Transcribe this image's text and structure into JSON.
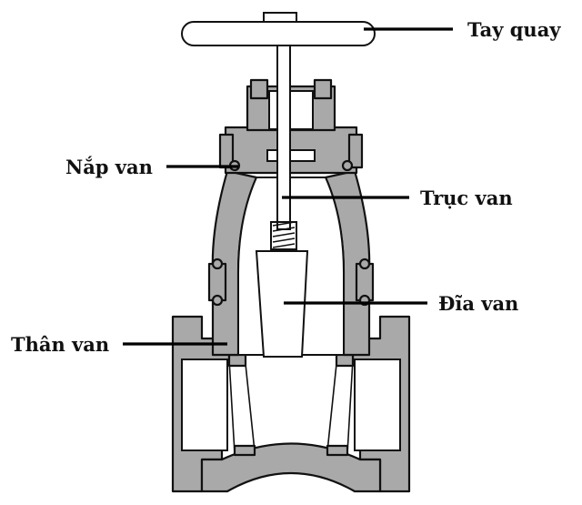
{
  "diagram": {
    "colors": {
      "metal": "#a9a9a9",
      "outline": "#111111",
      "background": "#ffffff"
    },
    "labels": {
      "handwheel": "Tay quay",
      "bonnet": "Nắp van",
      "stem": "Trục van",
      "disc": "Đĩa van",
      "body": "Thân van"
    }
  }
}
